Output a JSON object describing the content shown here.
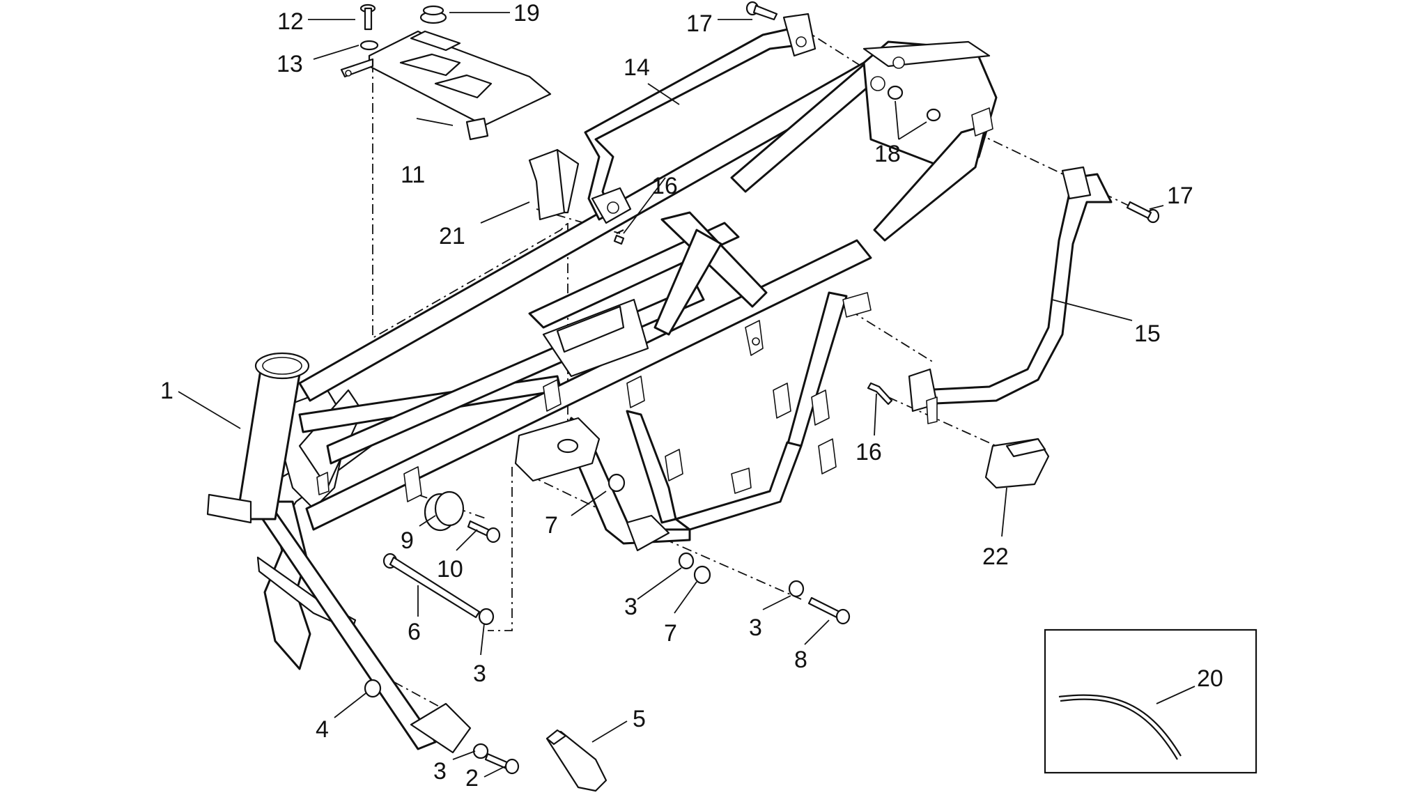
{
  "diagram": {
    "callouts": [
      {
        "id": "c1",
        "label": "1"
      },
      {
        "id": "c2",
        "label": "2"
      },
      {
        "id": "c3a",
        "label": "3"
      },
      {
        "id": "c3b",
        "label": "3"
      },
      {
        "id": "c3c",
        "label": "3"
      },
      {
        "id": "c3d",
        "label": "3"
      },
      {
        "id": "c4",
        "label": "4"
      },
      {
        "id": "c5",
        "label": "5"
      },
      {
        "id": "c6",
        "label": "6"
      },
      {
        "id": "c7a",
        "label": "7"
      },
      {
        "id": "c7b",
        "label": "7"
      },
      {
        "id": "c8",
        "label": "8"
      },
      {
        "id": "c9",
        "label": "9"
      },
      {
        "id": "c10",
        "label": "10"
      },
      {
        "id": "c11",
        "label": "11"
      },
      {
        "id": "c12",
        "label": "12"
      },
      {
        "id": "c13",
        "label": "13"
      },
      {
        "id": "c14",
        "label": "14"
      },
      {
        "id": "c15",
        "label": "15"
      },
      {
        "id": "c16a",
        "label": "16"
      },
      {
        "id": "c16b",
        "label": "16"
      },
      {
        "id": "c17a",
        "label": "17"
      },
      {
        "id": "c17b",
        "label": "17"
      },
      {
        "id": "c18",
        "label": "18"
      },
      {
        "id": "c19",
        "label": "19"
      },
      {
        "id": "c20",
        "label": "20"
      },
      {
        "id": "c21",
        "label": "21"
      },
      {
        "id": "c22",
        "label": "22"
      }
    ]
  }
}
